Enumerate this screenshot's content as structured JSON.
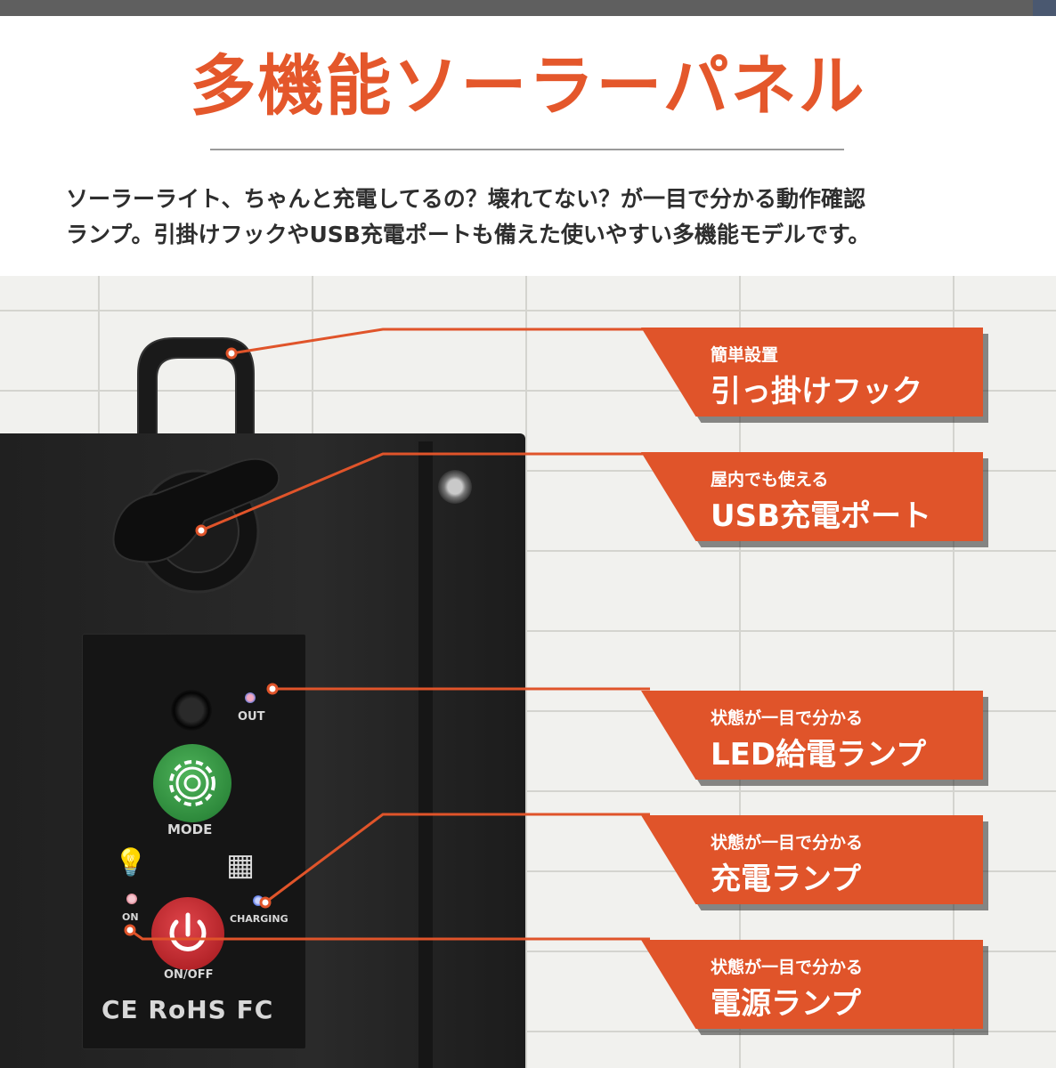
{
  "header": {
    "title": "多機能ソーラーパネル",
    "description_lines": [
      "ソーラーライト、ちゃんと充電してるの？壊れてない？が一目で分かる動作確認",
      "ランプ。引掛けフックやUSB充電ポートも備えた使いやすい多機能モデルです。"
    ]
  },
  "colors": {
    "accent": "#e4572b",
    "callout": "#e0542a",
    "text": "#2e2e2e"
  },
  "product": {
    "label_out": "OUT",
    "label_mode": "MODE",
    "label_on": "ON",
    "label_charging": "CHARGING",
    "label_onoff": "ON/OFF",
    "cert_marks": "CE RoHS FC"
  },
  "callouts": [
    {
      "sub": "簡単設置",
      "main": "引っ掛けフック"
    },
    {
      "sub": "屋内でも使える",
      "main": "USB充電ポート"
    },
    {
      "sub": "状態が一目で分かる",
      "main": "LED給電ランプ"
    },
    {
      "sub": "状態が一目で分かる",
      "main": "充電ランプ"
    },
    {
      "sub": "状態が一目で分かる",
      "main": "電源ランプ"
    }
  ]
}
